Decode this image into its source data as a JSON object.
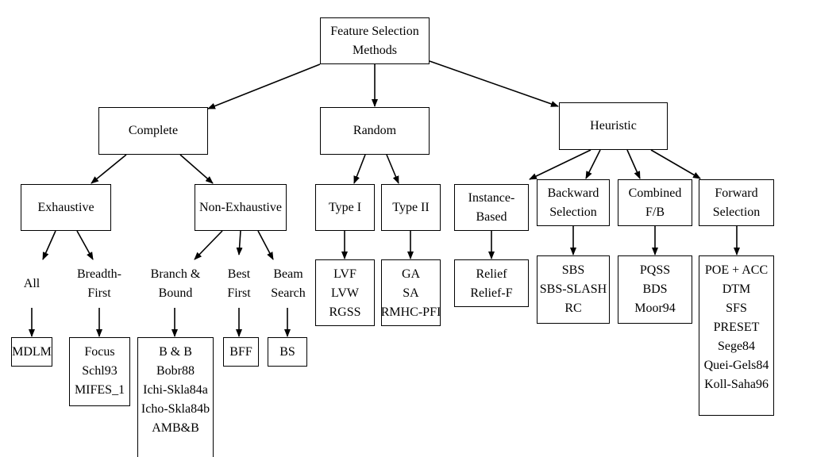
{
  "nodes": {
    "root": [
      "Feature Selection",
      "Methods"
    ],
    "complete": [
      "Complete"
    ],
    "random": [
      "Random"
    ],
    "heuristic": [
      "Heuristic"
    ],
    "exhaustive": [
      "Exhaustive"
    ],
    "non_exhaustive": [
      "Non-Exhaustive"
    ],
    "type1": [
      "Type I"
    ],
    "type2": [
      "Type II"
    ],
    "instance_based": [
      "Instance-",
      "Based"
    ],
    "backward_selection": [
      "Backward",
      "Selection"
    ],
    "combined_fb": [
      "Combined",
      "F/B"
    ],
    "forward_selection": [
      "Forward",
      "Selection"
    ],
    "all": [
      "All"
    ],
    "breadth_first": [
      "Breadth-",
      "First"
    ],
    "branch_bound": [
      "Branch &",
      "Bound"
    ],
    "best_first": [
      "Best",
      "First"
    ],
    "beam_search": [
      "Beam",
      "Search"
    ],
    "mdlm": [
      "MDLM"
    ],
    "focus": [
      "Focus",
      "Schl93",
      "MIFES_1"
    ],
    "bb": [
      "B & B",
      "Bobr88",
      "Ichi-Skla84a",
      "Icho-Skla84b",
      "AMB&B"
    ],
    "bff": [
      "BFF"
    ],
    "bs": [
      "BS"
    ],
    "lvf": [
      "LVF",
      "LVW",
      "RGSS"
    ],
    "ga": [
      "GA",
      "SA",
      "RMHC-PFI"
    ],
    "relief": [
      "Relief",
      "Relief-F"
    ],
    "sbs": [
      "SBS",
      "SBS-SLASH",
      "RC"
    ],
    "pqss": [
      "PQSS",
      "BDS",
      "Moor94"
    ],
    "poe": [
      "POE + ACC",
      "DTM",
      "SFS",
      "PRESET",
      "Sege84",
      "Quei-Gels84",
      "Koll-Saha96"
    ]
  }
}
